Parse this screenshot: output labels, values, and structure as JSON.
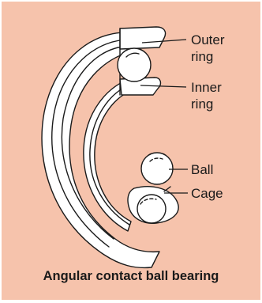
{
  "diagram": {
    "labels": {
      "outer_ring": [
        "Outer",
        "ring"
      ],
      "inner_ring": [
        "Inner",
        "ring"
      ],
      "ball": "Ball",
      "cage": "Cage"
    },
    "caption": "Angular contact ball bearing",
    "colors": {
      "background": "#f6c3ac",
      "line": "#1a1a1a",
      "part_fill": "#ffffff"
    }
  }
}
